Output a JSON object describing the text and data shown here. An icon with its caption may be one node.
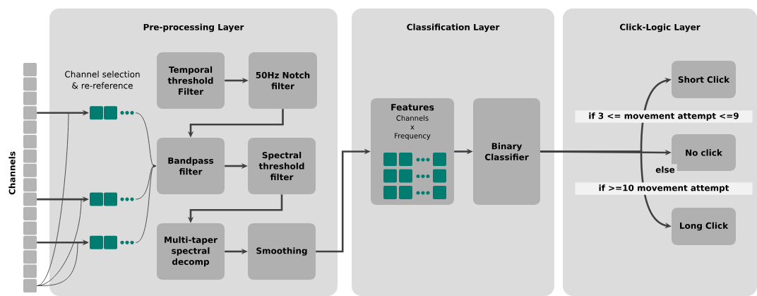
{
  "diagram": {
    "nodes": [
      {
        "text": [
          "Pre-processing Layer"
        ]
      },
      {
        "text": [
          "Classification Layer"
        ]
      },
      {
        "text": [
          "Click-Logic Layer"
        ]
      },
      {
        "text": [],
        "shape": "box"
      },
      {
        "text": [],
        "shape": "box"
      },
      {
        "text": [],
        "shape": "box"
      },
      {
        "text": [],
        "shape": "box"
      },
      {
        "text": [],
        "shape": "box"
      },
      {
        "text": [],
        "shape": "box"
      },
      {
        "text": [],
        "shape": "box"
      },
      {
        "text": [],
        "shape": "box"
      },
      {
        "text": [],
        "shape": "box"
      },
      {
        "text": [],
        "shape": "box"
      },
      {
        "text": [],
        "shape": "box"
      },
      {
        "text": [],
        "shape": "box"
      },
      {
        "text": [],
        "shape": "box"
      },
      {
        "text": [],
        "shape": "box"
      },
      {
        "text": [],
        "shape": "box"
      },
      {
        "text": [],
        "shape": "box"
      },
      {
        "text": [],
        "shape": "box",
        "in": 0
      },
      {
        "text": [],
        "shape": "box",
        "in": 0
      },
      {
        "text": [],
        "shape": "box",
        "in": 0
      },
      {
        "text": [
          "Temporal threshold Filter"
        ],
        "in": 0
      },
      {
        "text": [
          "50Hz Notch filter"
        ],
        "in": 0
      },
      {
        "text": [
          "Bandpass filter"
        ],
        "in": 0
      },
      {
        "text": [
          "Spectral threshold filter"
        ],
        "in": 0
      },
      {
        "text": [
          "Multi-taper spectral decomp"
        ],
        "in": 0
      },
      {
        "text": [
          "Smoothing"
        ],
        "in": 0
      },
      {
        "text": [
          "Features",
          "Channels x Frequency"
        ],
        "in": 1
      },
      {
        "text": [
          "Binary Classifier"
        ],
        "in": 1
      },
      {
        "text": [
          "Short Click"
        ],
        "in": 2
      },
      {
        "text": [
          "No click"
        ],
        "in": 2
      },
      {
        "text": [
          "Long Click"
        ],
        "in": 2
      }
    ],
    "edges": [
      {
        "from": 6,
        "to": 19,
        "arrow": "to"
      },
      {
        "from": 12,
        "to": 20,
        "arrow": "to"
      },
      {
        "from": 15,
        "to": 21,
        "arrow": "to"
      },
      {
        "from": 18,
        "to": 19,
        "arrow": "to"
      },
      {
        "from": 18,
        "to": 20,
        "arrow": "to"
      },
      {
        "from": 18,
        "to": 21,
        "arrow": "to"
      },
      {
        "from": 19,
        "to": 24,
        "arrow": "to"
      },
      {
        "from": 20,
        "to": 24,
        "arrow": "to"
      },
      {
        "from": 21,
        "to": 24,
        "arrow": "to"
      },
      {
        "from": 22,
        "to": 23,
        "arrow": "to"
      },
      {
        "from": 23,
        "to": 24,
        "arrow": "to"
      },
      {
        "from": 24,
        "to": 25,
        "arrow": "to"
      },
      {
        "from": 25,
        "to": 26,
        "arrow": "to"
      },
      {
        "from": 26,
        "to": 27,
        "arrow": "to"
      },
      {
        "from": 27,
        "to": 28,
        "arrow": "to"
      },
      {
        "from": 28,
        "to": 29,
        "arrow": "to"
      },
      {
        "from": 29,
        "to": 30,
        "label": "if 3 <= movement attempt <=9",
        "arrow": "to"
      },
      {
        "from": 29,
        "to": 31,
        "label": "else",
        "arrow": "to"
      },
      {
        "from": 29,
        "to": 32,
        "label": "if >=10 movement attempt",
        "arrow": "to"
      }
    ],
    "labels": [
      "Channels",
      "Channel selection & re-reference"
    ]
  }
}
